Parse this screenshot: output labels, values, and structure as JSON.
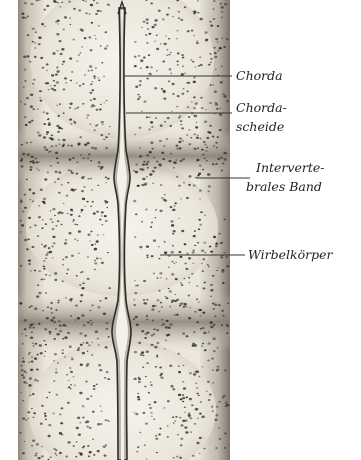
{
  "figure": {
    "labels": {
      "chorda": "Chorda",
      "chordascheide_1": "Chorda-",
      "chordascheide_2": "scheide",
      "intervertebral_1": "Interverte-",
      "intervertebral_2": "brales Band",
      "wirbelkoerper": "Wirbelkörper"
    },
    "colors": {
      "paper": "#ffffff",
      "ink": "#2a2a2a",
      "tissue_light": "#f1ede4",
      "tissue_mid": "#d9d3c6",
      "tissue_dark": "#9e978b",
      "band_dark": "#6e675e"
    }
  }
}
